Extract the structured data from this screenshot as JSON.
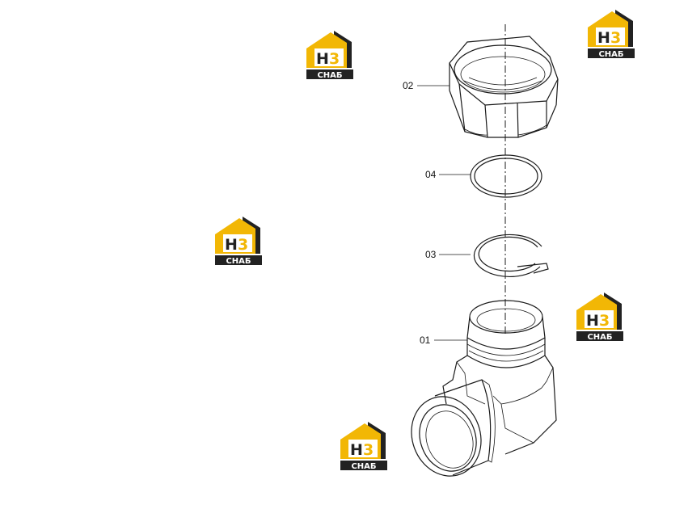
{
  "diagram": {
    "callouts": [
      {
        "id": "02",
        "label": "02"
      },
      {
        "id": "04",
        "label": "04"
      },
      {
        "id": "03",
        "label": "03"
      },
      {
        "id": "01",
        "label": "01"
      }
    ]
  },
  "watermark": {
    "brand_top": "H3",
    "brand_bottom": "СНАБ",
    "colors": {
      "house": "#f2b705",
      "dark": "#222222",
      "text": "#ffffff"
    }
  }
}
